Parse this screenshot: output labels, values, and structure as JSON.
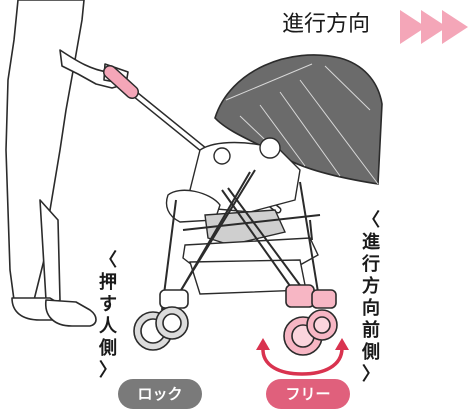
{
  "direction_title": "進行方向",
  "left_label": "〈押す人側〉",
  "right_label": "〈進行方向前側〉",
  "lock_label": "ロック",
  "free_label": "フリー",
  "colors": {
    "lock_pill": "#7a7a7a",
    "free_pill": "#e0607c",
    "arrow": "#f4a6b8",
    "highlight_wheel": "#f7b6c4",
    "rotate_arrow": "#d9334f",
    "canopy": "#6b6b6b",
    "frame_line": "#2b2b2b"
  },
  "icons": [
    "direction-arrows-icon",
    "rotation-arrow-icon",
    "stroller-illustration",
    "person-illustration"
  ]
}
